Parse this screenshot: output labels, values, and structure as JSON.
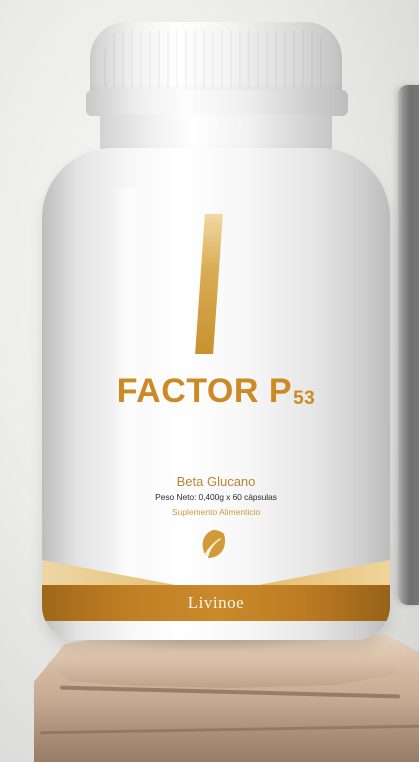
{
  "product": {
    "name": "FACTOR P",
    "name_suffix": "53",
    "variant": "Beta Glucano",
    "net_weight": "Peso Neto: 0,400g x 60 cápsulas",
    "category": "Suplemento Alimenticio",
    "brand": "Livinoe"
  },
  "colors": {
    "brand_gold": "#cc8a24",
    "band_brown": "#c07f24",
    "background": "#ececea",
    "rock": "#cfb39a"
  },
  "icons": {
    "logo": "leaf-icon"
  }
}
